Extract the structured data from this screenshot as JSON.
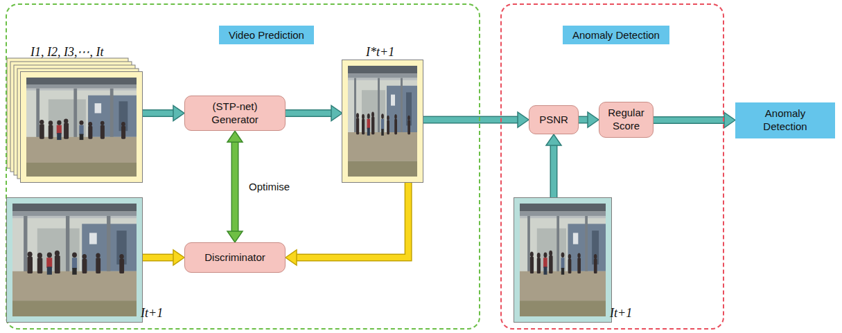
{
  "diagram": {
    "nodes": [
      {
        "text": [
          "Video Prediction"
        ]
      },
      {
        "text": [
          "I1, I2, I3,⋯, It"
        ],
        "in": 0
      },
      {
        "text": [
          "(STP-net) Generator"
        ],
        "in": 0
      },
      {
        "text": [
          "I*t+1"
        ],
        "in": 0
      },
      {
        "text": [
          "It+1"
        ],
        "in": 0
      },
      {
        "text": [
          "Discriminator"
        ],
        "in": 0
      },
      {
        "text": [
          "Anomaly Detection"
        ]
      },
      {
        "text": [
          "PSNR"
        ],
        "in": 6
      },
      {
        "text": [
          "Regular Score"
        ],
        "in": 6
      },
      {
        "text": [
          "It+1"
        ],
        "in": 6
      },
      {
        "text": [
          "Anomaly Detection"
        ]
      }
    ],
    "edges": [
      {
        "from": 1,
        "to": 2,
        "arrow": "to"
      },
      {
        "from": 2,
        "to": 3,
        "arrow": "to"
      },
      {
        "from": 3,
        "to": 7,
        "arrow": "to"
      },
      {
        "from": 9,
        "to": 7,
        "arrow": "to"
      },
      {
        "from": 7,
        "to": 8,
        "arrow": "to"
      },
      {
        "from": 8,
        "to": 10,
        "arrow": "to"
      },
      {
        "from": 2,
        "to": 5,
        "label": "Optimise",
        "arrow": "both"
      },
      {
        "from": 4,
        "to": 5,
        "arrow": "to"
      },
      {
        "from": 3,
        "to": 5,
        "arrow": "to"
      }
    ]
  }
}
